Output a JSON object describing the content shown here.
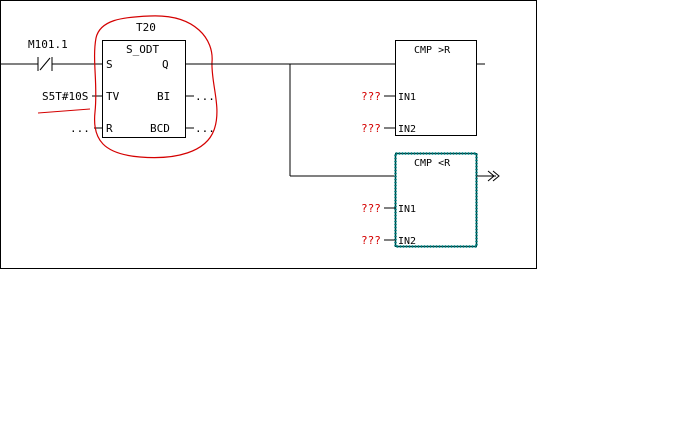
{
  "colors": {
    "wire": "#000000",
    "annotation": "#d40000",
    "selection": "#008080",
    "missing_operand": "#d40000"
  },
  "contact": {
    "address": "M101.1",
    "type": "normally-closed"
  },
  "timer": {
    "number": "T20",
    "type": "S_ODT",
    "pins": {
      "s": "S",
      "q": "Q",
      "tv": "TV",
      "bi": "BI",
      "r": "R",
      "bcd": "BCD"
    },
    "tv_value": "S5T#10S",
    "r_value": "...",
    "bi_value": "...",
    "bcd_value": "..."
  },
  "cmp_gt": {
    "title": "CMP >R",
    "in1_label": "IN1",
    "in2_label": "IN2",
    "in1_value": "???",
    "in2_value": "???"
  },
  "cmp_lt": {
    "title": "CMP <R",
    "in1_label": "IN1",
    "in2_label": "IN2",
    "in1_value": "???",
    "in2_value": "???",
    "selected": true
  }
}
